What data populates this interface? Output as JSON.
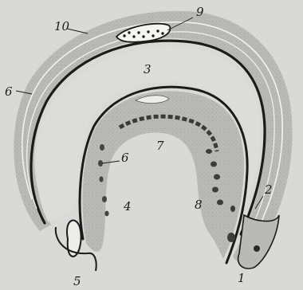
{
  "colors": {
    "background": "#d9d9d7",
    "tissue": "#b9b9b7",
    "stipple": "#a3a3a1",
    "dark_line": "#1b1b1b",
    "light_line": "#f2f2f0"
  },
  "labels": {
    "l1": "1",
    "l2": "2",
    "l3": "3",
    "l4": "4",
    "l5": "5",
    "l6a": "6",
    "l6b": "6",
    "l7": "7",
    "l8": "8",
    "l9": "9",
    "l10": "10"
  }
}
